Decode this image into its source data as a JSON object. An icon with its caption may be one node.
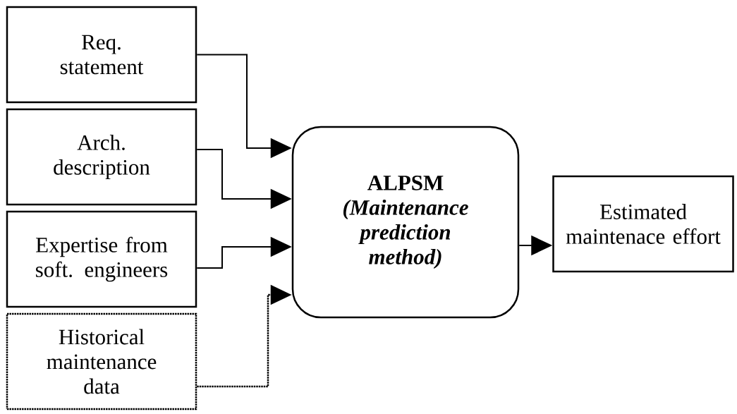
{
  "diagram": {
    "nodes": [
      {
        "text": [
          "Req. statement"
        ]
      },
      {
        "text": [
          "Arch. description"
        ]
      },
      {
        "text": [
          "Expertise from soft. engineers"
        ]
      },
      {
        "text": [
          "Historical maintenance data"
        ]
      },
      {
        "text": [
          "ALPSM",
          "(Maintenance prediction method)"
        ]
      },
      {
        "text": [
          "Estimated maintenace effort"
        ]
      }
    ],
    "edges": [
      {
        "from": 0,
        "to": 4,
        "arrow": "to"
      },
      {
        "from": 1,
        "to": 4,
        "arrow": "to"
      },
      {
        "from": 2,
        "to": 4,
        "arrow": "to"
      },
      {
        "from": 3,
        "to": 4,
        "arrow": "to",
        "style": "dashed"
      },
      {
        "from": 4,
        "to": 5,
        "arrow": "to"
      }
    ]
  }
}
